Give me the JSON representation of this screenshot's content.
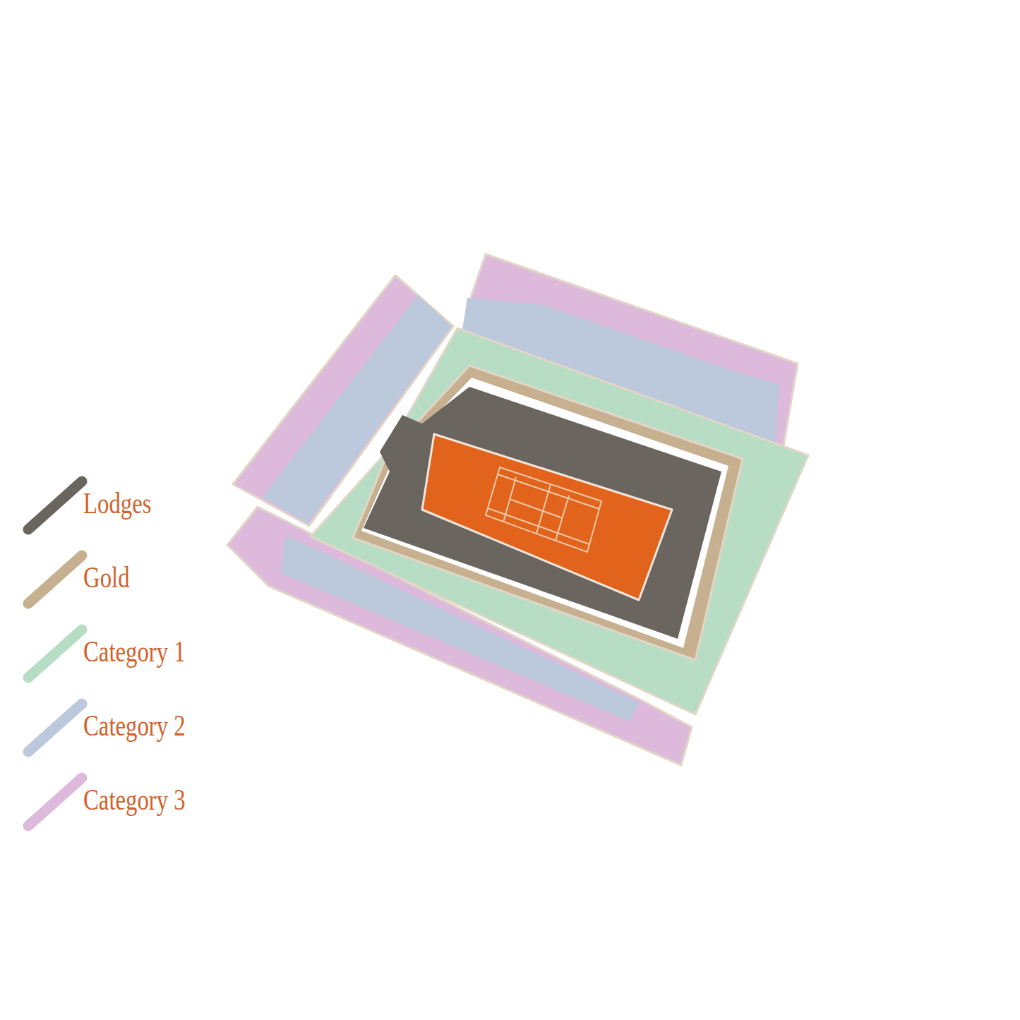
{
  "diagram": {
    "legend": [
      {
        "text": "Lodges",
        "color": "#6b655f"
      },
      {
        "text": "Gold",
        "color": "#c6b08f"
      },
      {
        "text": "Category 1",
        "color": "#b7ddc4"
      },
      {
        "text": "Category 2",
        "color": "#bcc8dc"
      },
      {
        "text": "Category 3",
        "color": "#ddbadb"
      }
    ]
  }
}
